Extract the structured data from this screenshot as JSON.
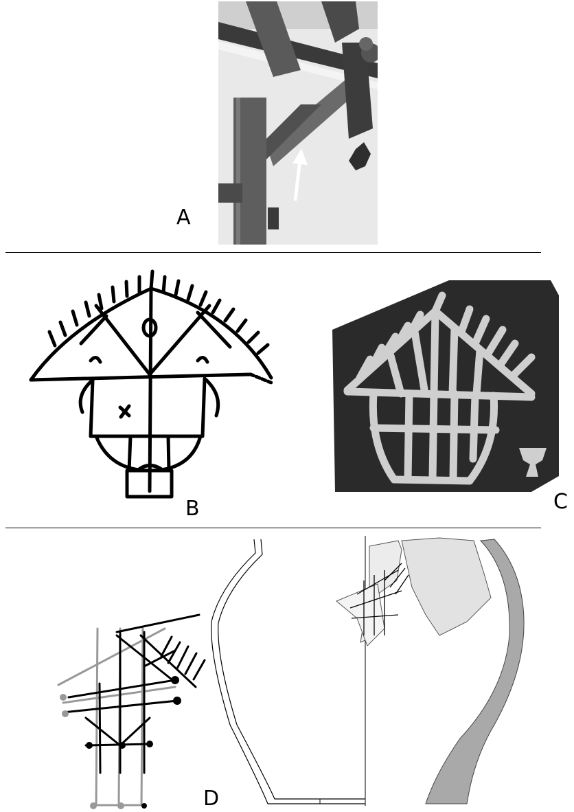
{
  "figure": {
    "panel_labels": {
      "a": "A",
      "b": "B",
      "c": "C",
      "d": "D"
    }
  }
}
